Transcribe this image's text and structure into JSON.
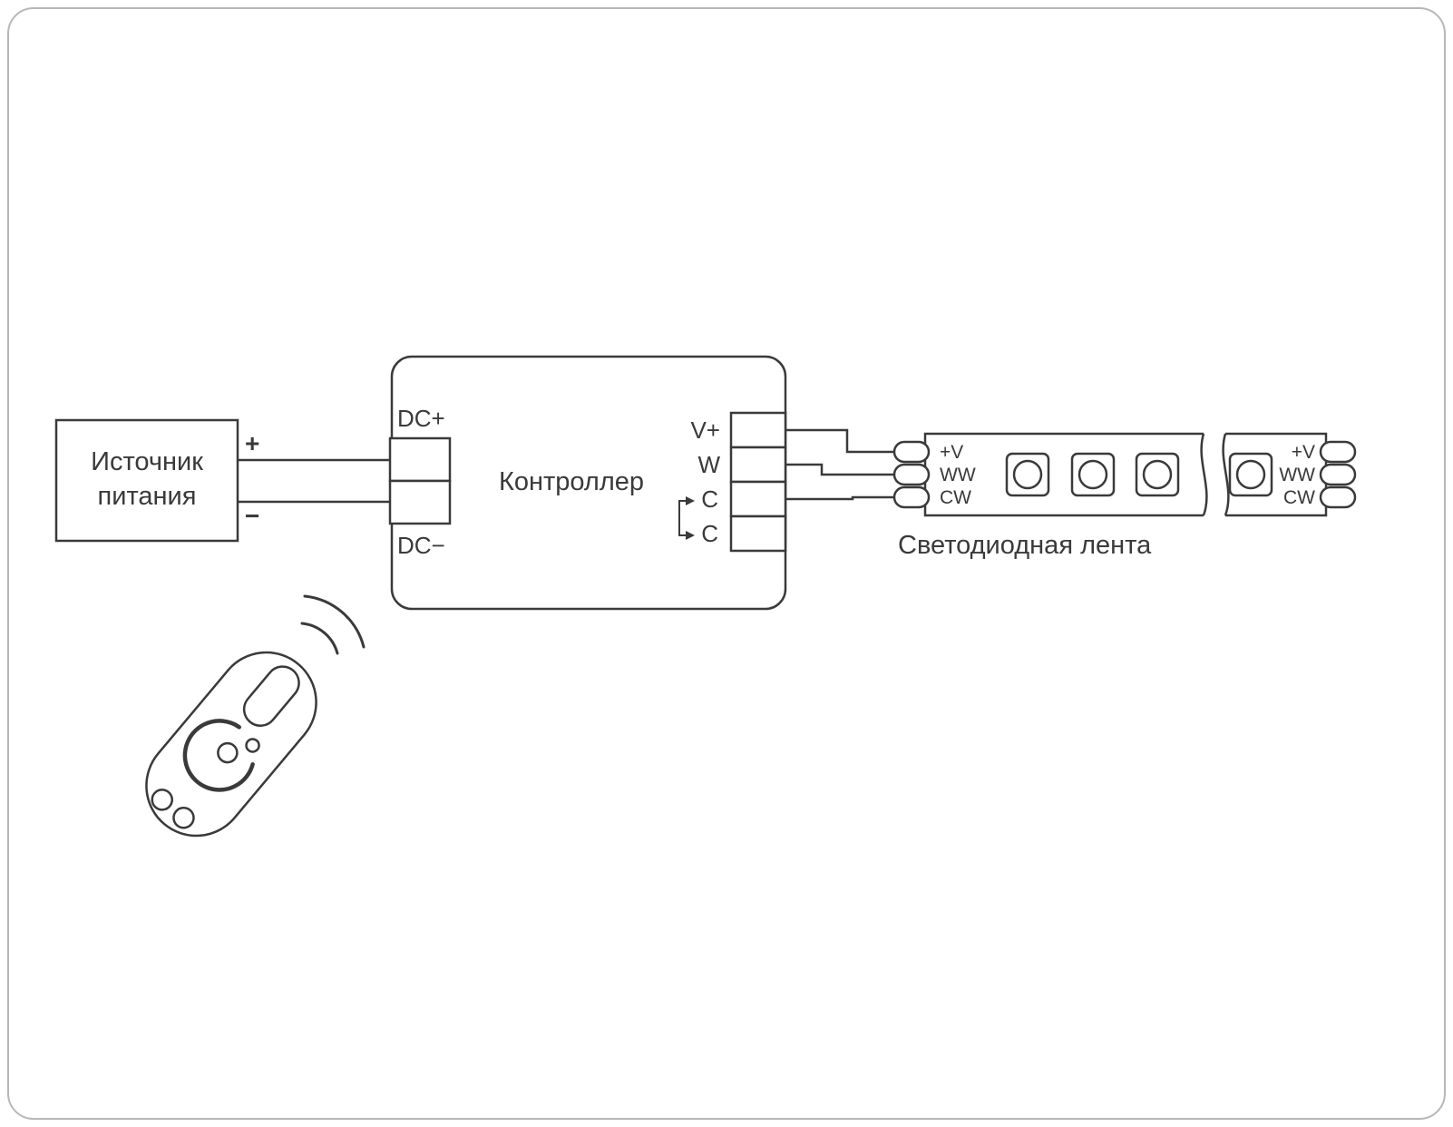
{
  "diagram": {
    "colors": {
      "line": "#3a3a3a",
      "border": "#b7b7b7",
      "background": "#ffffff"
    },
    "power_supply": {
      "label_line1": "Источник",
      "label_line2": "питания",
      "plus": "+",
      "minus": "−"
    },
    "controller": {
      "label": "Контроллер",
      "input_top": "DC+",
      "input_bottom": "DC−",
      "outputs": [
        "V+",
        "W",
        "C",
        "C"
      ]
    },
    "led_strip": {
      "label": "Светодиодная лента",
      "left_pins": [
        "+V",
        "WW",
        "CW"
      ],
      "right_pins": [
        "+V",
        "WW",
        "CW"
      ]
    }
  }
}
